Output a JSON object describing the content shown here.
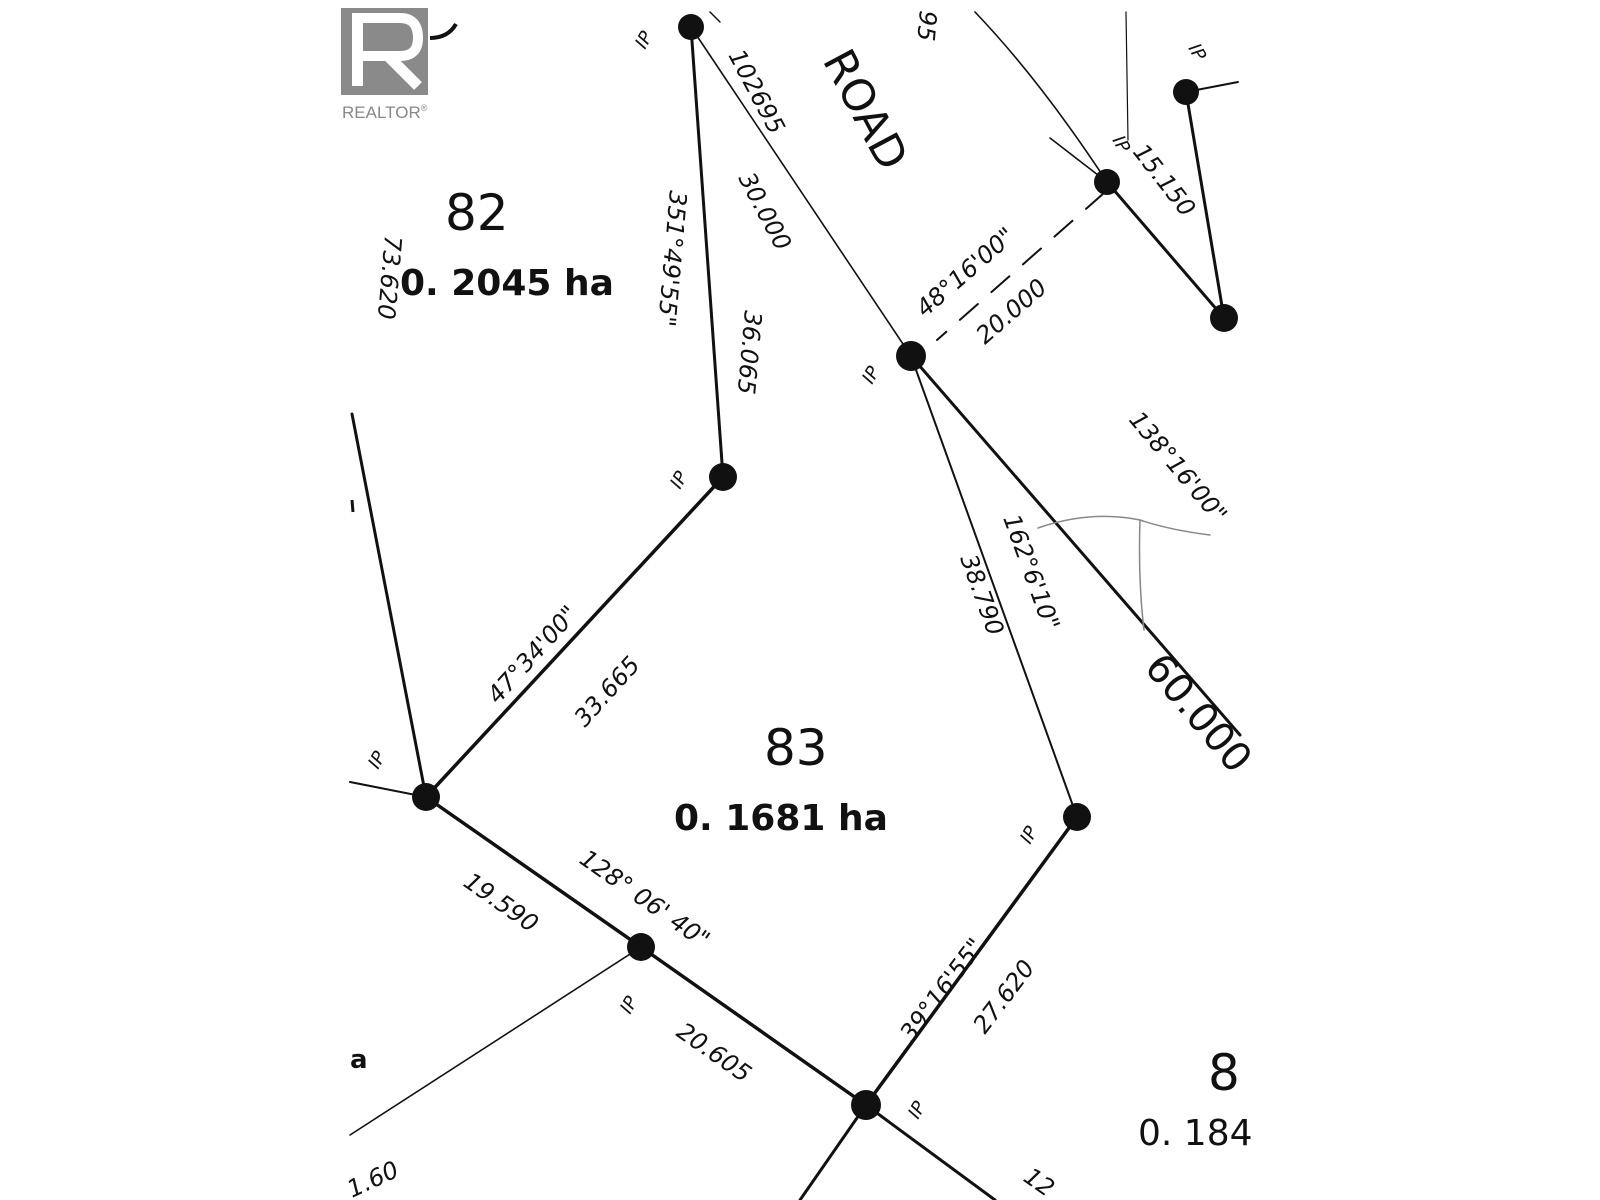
{
  "watermark": {
    "brand": "REALTOR",
    "registered": "®",
    "icon": "realtor-r-logo"
  },
  "road": {
    "label": "ROAD"
  },
  "lots": [
    {
      "number": "82",
      "area": "0. 2045 ha"
    },
    {
      "number": "83",
      "area": "0. 1681 ha"
    },
    {
      "number": "8",
      "area": "0. 184"
    }
  ],
  "dimensions": {
    "road_chainage": "102695",
    "road_segment": "30.000",
    "lot82_west": "73.620",
    "lot82_east_bearing": "351°49'55\"",
    "lot82_east_length": "36.065",
    "road_bearing": "48°16'00\"",
    "road_width": "20.000",
    "corner_95": "95",
    "northeast": "15.150",
    "ne_bearing": "138°16'00\"",
    "lot83_bearing_47": "47°34'00\"",
    "lot83_length_33": "33.665",
    "lot83_east_bearing": "162°6'10\"",
    "lot83_east_length": "38.790",
    "road_frontage": "60.000",
    "sw_line_bearing": "128° 06' 40\"",
    "sw_length_a": "19.590",
    "sw_length_b": "20.605",
    "se_bearing": "39°16'55\"",
    "se_length": "27.620",
    "bottom_left": "1.60",
    "bottom_right": "12",
    "left_cut": "a"
  },
  "markers": {
    "iron_pin": "IP"
  }
}
